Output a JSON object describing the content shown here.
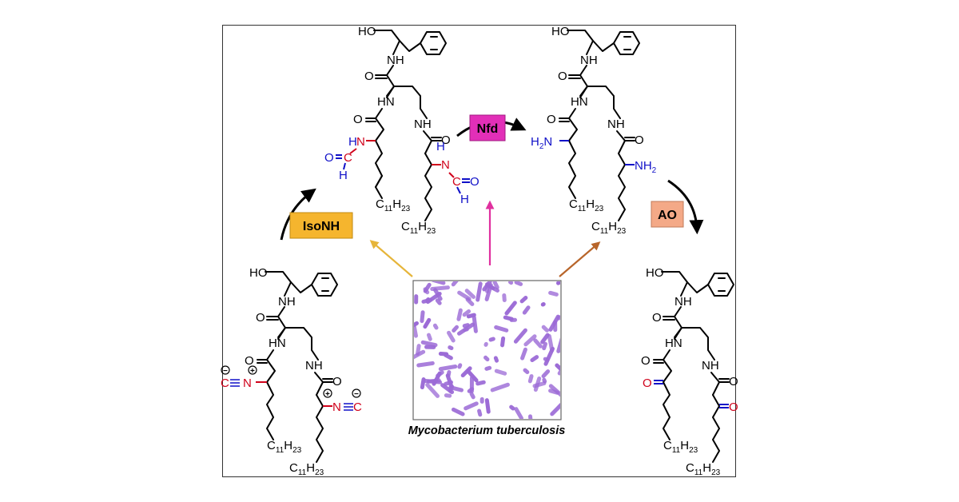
{
  "caption": "Mycobacterium tuberculosis",
  "enzymes": {
    "isonh": "IsoNH",
    "nfd": "Nfd",
    "ao": "AO"
  },
  "atoms": {
    "ho": "HO",
    "nh": "NH",
    "hn": "HN",
    "o": "O",
    "h": "H",
    "c": "C",
    "n": "N",
    "eq": "=",
    "c11h23_c": "C",
    "c11h23_sub1": "11",
    "c11h23_h": "H",
    "c11h23_sub2": "23",
    "h2n_h": "H",
    "h2n_sub": "2",
    "h2n_n": "N",
    "nh2_n": "NH",
    "nh2_sub": "2",
    "plus": "+",
    "minus": "−"
  },
  "colors": {
    "isonh_box": "#f5b52e",
    "nfd_box": "#e22fb8",
    "ao_box": "#f4a987",
    "arrow_isonh": "#e6b53a",
    "arrow_nfd": "#e0309f",
    "arrow_ao": "#b8652a",
    "bacteria": "#9b6ad6",
    "red": "#d0021b",
    "blue": "#1010c8"
  }
}
